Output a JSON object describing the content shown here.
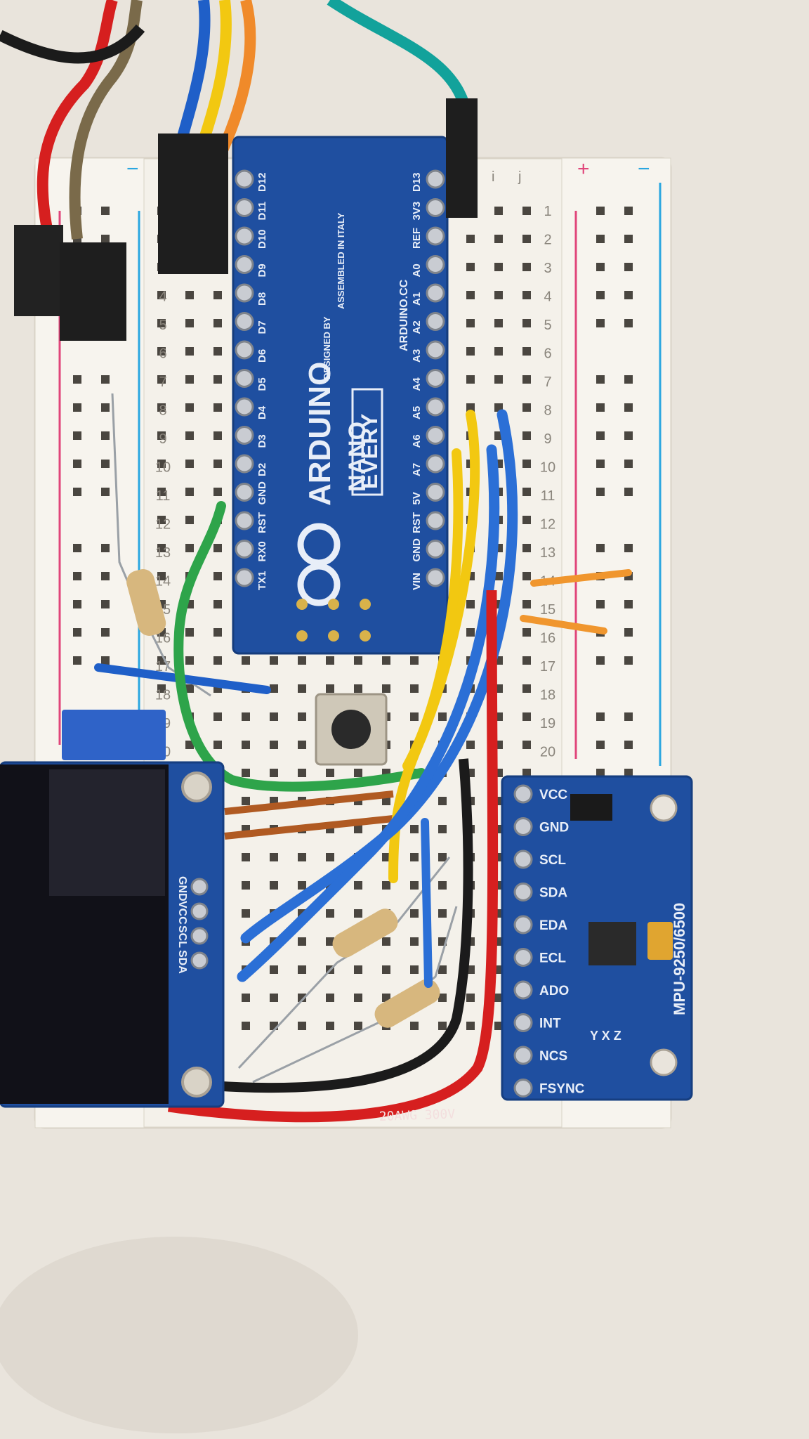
{
  "breadboard": {
    "row_numbers": [
      "1",
      "2",
      "3",
      "4",
      "5",
      "6",
      "7",
      "8",
      "9",
      "10",
      "11",
      "12",
      "13",
      "14",
      "15",
      "16",
      "17",
      "18",
      "19",
      "20"
    ],
    "rail_plus": "+",
    "rail_minus": "−",
    "col_letters": [
      "i",
      "j"
    ]
  },
  "arduino": {
    "brand": "ARDUINO",
    "model_top": "NANO",
    "model_bottom": "EVERY",
    "url": "ARDUINO.CC",
    "made_in": "ASSEMBLED IN ITALY",
    "designed": "DESIGNED BY",
    "left_pins": [
      "D12",
      "D11",
      "D10",
      "D9",
      "D8",
      "D7",
      "D6",
      "D5",
      "D4",
      "D3",
      "D2",
      "GND",
      "RST",
      "RX0",
      "TX1"
    ],
    "right_pins": [
      "D13",
      "3V3",
      "REF",
      "A0",
      "A1",
      "A2",
      "A3",
      "A4",
      "A5",
      "A6",
      "A7",
      "5V",
      "RST",
      "GND",
      "VIN"
    ]
  },
  "oled": {
    "pins": [
      "GND",
      "VCC",
      "SCL",
      "SDA"
    ]
  },
  "mpu": {
    "model": "MPU-9250/6500",
    "pins": [
      "VCC",
      "GND",
      "SCL",
      "SDA",
      "EDA",
      "ECL",
      "ADO",
      "INT",
      "NCS",
      "FSYNC"
    ],
    "axes": "Y X Z"
  },
  "wire_text": "20AWG 300V",
  "colors": {
    "breadboard": "#f4f1ea",
    "pcb": "#1f4fa0",
    "red_wire": "#d61f1f",
    "blue_wire": "#2b6fd6",
    "yellow_wire": "#f2c811",
    "green_wire": "#2ea44a",
    "orange_wire": "#f08a2a",
    "teal_wire": "#12a29b"
  }
}
